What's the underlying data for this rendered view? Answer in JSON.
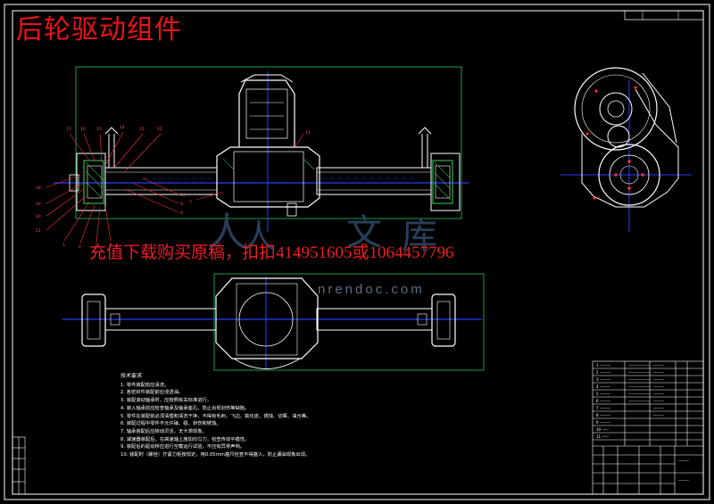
{
  "drawing": {
    "title": "后轮驱动组件",
    "promo_text": "充值下载购买原稿，扣扣414951605或1064457796",
    "watermark": {
      "domain": "nrendoc.com",
      "glyphs": [
        "人",
        "人",
        "文",
        "库"
      ]
    },
    "tech_notes": {
      "heading": "技术要求",
      "lines": [
        "1. 零件装配前应清洗。",
        "2. 各密封件装配前应浸透油。",
        "3. 装配滚动轴承时，应按照有关标准进行，",
        "4. 装入轴承前应检查轴承及轴承座孔，防止出现划伤等缺陷。",
        "5. 零件在装配前必须清理和清洗干净，不得有毛刺、飞边、氧化皮、锈蚀、切屑、油污等。",
        "6. 装配过程中零件不允许磕、碰、划伤和锈蚀。",
        "7. 轴承装配后应转动灵活，无卡滞现象。",
        "8. 减速器装配后，在高速轴上施加均匀力，检查传动平稳性。",
        "9. 装配后的驱动桥应进行空载运行试验，不应有异常声响。",
        "10. 装配时（螺栓）拧紧力矩按规定，用0.05mm塞尺检查不得塞入，防止漏油现象出现。"
      ]
    },
    "palette": {
      "background": "#000000",
      "frame": "#ffffff",
      "outline": "#ffffff",
      "center_lines": "#2a3cff",
      "hatch": "#2fb24a",
      "dimension_box": "#22c55e",
      "leader": "#ff3030",
      "title_red": "#e8141a"
    }
  }
}
